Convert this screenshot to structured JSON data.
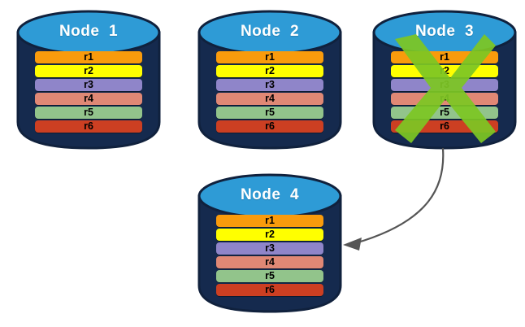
{
  "diagram": {
    "title": "Node replication and failover diagram",
    "background_color": "#ffffff",
    "palette": {
      "cylinder_body": "#152a4e",
      "cylinder_top": "#2e9bd6",
      "cylinder_outline": "#10213d",
      "x_mark": "#7dc623",
      "arrow": "#555555",
      "label_text": "#ffffff",
      "row_text": "#000000"
    }
  },
  "rows": [
    {
      "id": "r1",
      "label": "r1",
      "color": "#f99b0c"
    },
    {
      "id": "r2",
      "label": "r2",
      "color": "#ffff00"
    },
    {
      "id": "r3",
      "label": "r3",
      "color": "#8f85c9"
    },
    {
      "id": "r4",
      "label": "r4",
      "color": "#e08875"
    },
    {
      "id": "r5",
      "label": "r5",
      "color": "#92c48b"
    },
    {
      "id": "r6",
      "label": "r6",
      "color": "#cc3f22"
    }
  ],
  "nodes": [
    {
      "id": "node-1",
      "label": "Node  1",
      "failed": false
    },
    {
      "id": "node-2",
      "label": "Node  2",
      "failed": false
    },
    {
      "id": "node-3",
      "label": "Node  3",
      "failed": true
    },
    {
      "id": "node-4",
      "label": "Node  4",
      "failed": false
    }
  ],
  "annotations": {
    "failure_marker": "green-x-cross",
    "failure_marker_on": "node-3",
    "arrow": {
      "name": "failover-arrow",
      "from": "node-3",
      "to": "node-4"
    }
  }
}
